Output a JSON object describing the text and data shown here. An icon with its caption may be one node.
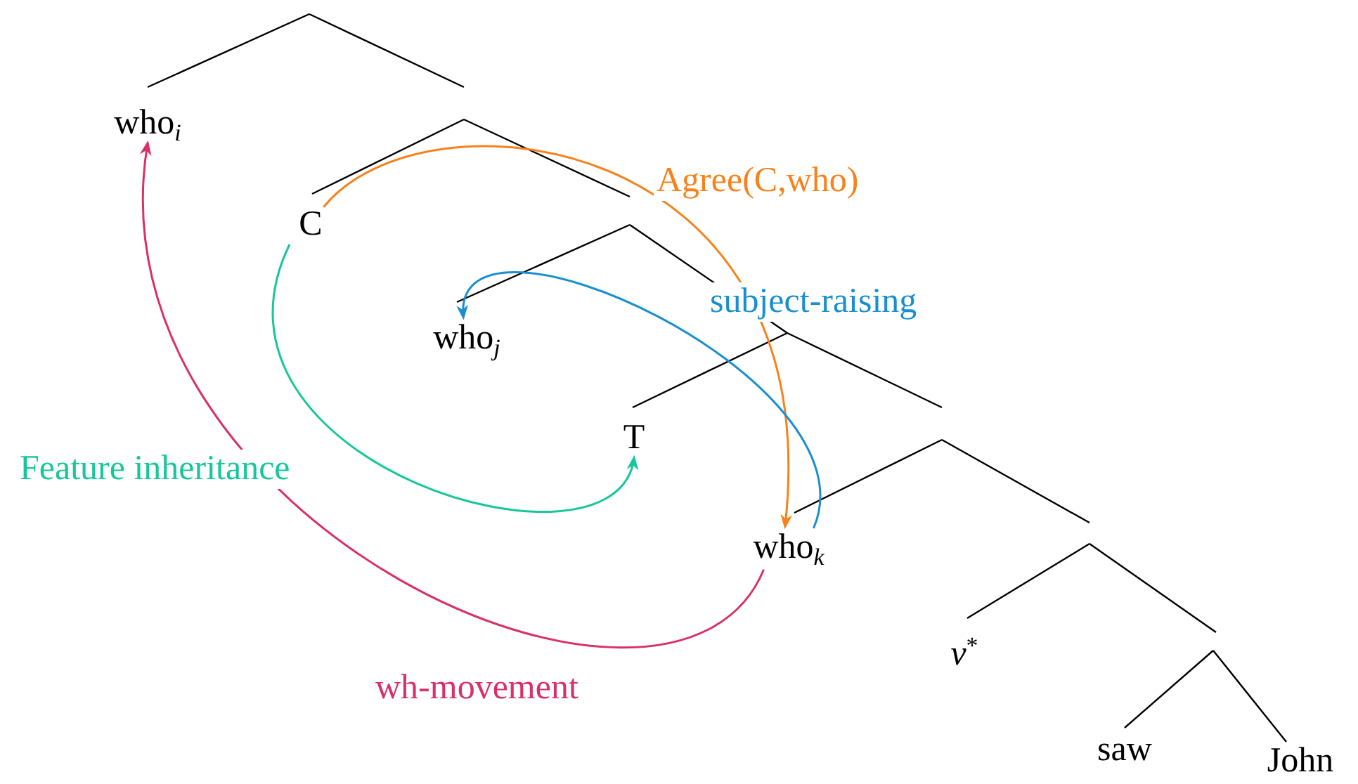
{
  "diagram": {
    "nodes": [
      {
        "text": [
          "who$_{i}$"
        ]
      },
      {
        "text": [
          "C"
        ]
      },
      {
        "text": [
          "who$_{j}$"
        ]
      },
      {
        "text": [
          "T"
        ]
      },
      {
        "text": [
          "who$_{k}$"
        ]
      },
      {
        "text": [
          "*v*$^{*}$"
        ]
      },
      {
        "text": [
          "saw"
        ]
      },
      {
        "text": [
          "John"
        ]
      }
    ],
    "edges": [
      {
        "from": 1,
        "to": 4,
        "arrow": "to",
        "label": "Agree(C,who)",
        "color": "#f7821b"
      },
      {
        "from": 4,
        "to": 2,
        "arrow": "to",
        "label": "subject-raising",
        "color": "#1a8fd0"
      },
      {
        "from": 1,
        "to": 3,
        "arrow": "to",
        "label": "Feature inheritance",
        "color": "#17c79a"
      },
      {
        "from": 4,
        "to": 0,
        "arrow": "to",
        "label": "wh-movement",
        "color": "#d9306a"
      }
    ]
  }
}
